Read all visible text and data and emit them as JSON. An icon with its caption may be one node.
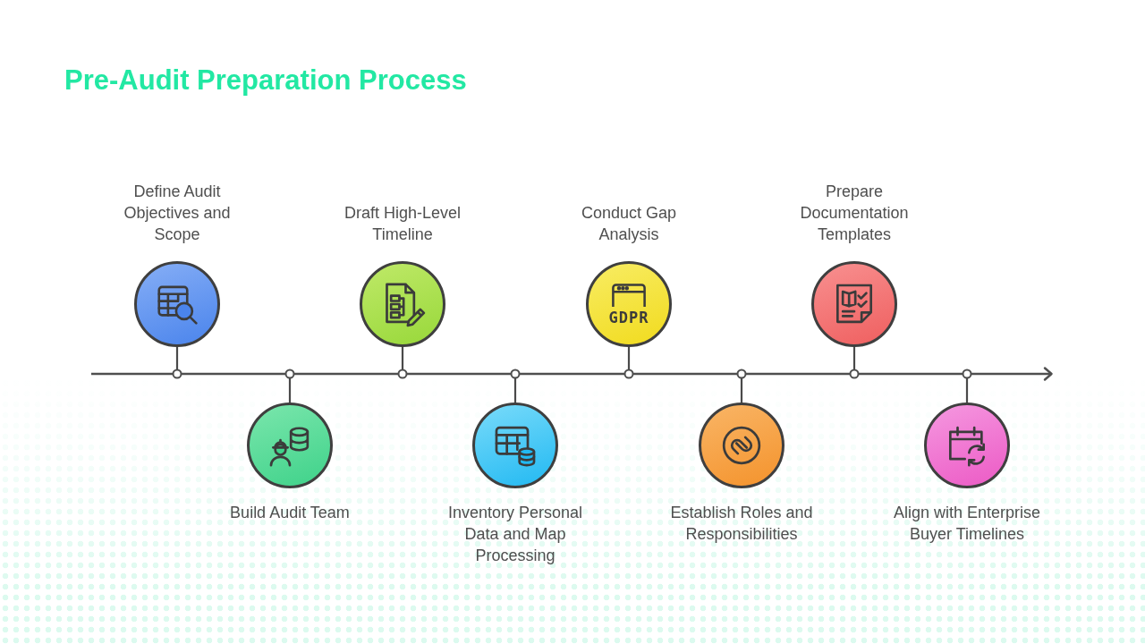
{
  "diagram": {
    "title": "Pre-Audit Preparation Process",
    "nodes": [
      {
        "text": [
          "Define Audit Objectives and Scope"
        ]
      },
      {
        "text": [
          "Build Audit Team"
        ]
      },
      {
        "text": [
          "Draft High-Level Timeline"
        ]
      },
      {
        "text": [
          "Inventory Personal Data and Map Processing"
        ]
      },
      {
        "text": [
          "Conduct Gap Analysis",
          "GDPR"
        ]
      },
      {
        "text": [
          "Establish Roles and Responsibilities"
        ]
      },
      {
        "text": [
          "Prepare Documentation Templates"
        ]
      },
      {
        "text": [
          "Align with Enterprise Buyer Timelines"
        ]
      },
      {
        "text": [],
        "shape": "arrow"
      }
    ],
    "edges": [
      {
        "from": 0,
        "to": 8,
        "arrow": "none"
      },
      {
        "from": 1,
        "to": 8,
        "arrow": "none"
      },
      {
        "from": 2,
        "to": 8,
        "arrow": "none"
      },
      {
        "from": 3,
        "to": 8,
        "arrow": "none"
      },
      {
        "from": 4,
        "to": 8,
        "arrow": "none"
      },
      {
        "from": 5,
        "to": 8,
        "arrow": "none"
      },
      {
        "from": 6,
        "to": 8,
        "arrow": "none"
      },
      {
        "from": 7,
        "to": 8,
        "arrow": "none"
      }
    ]
  }
}
